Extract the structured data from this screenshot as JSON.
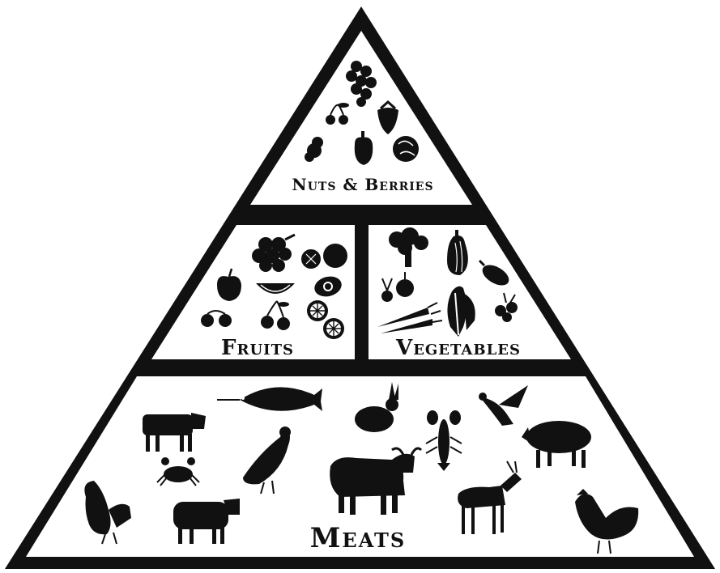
{
  "diagram": {
    "type": "food-pyramid",
    "tiers": [
      {
        "id": "nuts-berries",
        "label": "Nuts & Berries",
        "items": [
          "grapes",
          "cherries",
          "strawberry",
          "blackberries",
          "bell-pepper",
          "cabbage"
        ]
      },
      {
        "id": "fruits",
        "label": "Fruits",
        "items": [
          "grapes",
          "orange",
          "apple",
          "watermelon-slice",
          "avocado",
          "cherries",
          "blackberries",
          "citrus-slice"
        ]
      },
      {
        "id": "vegetables",
        "label": "Vegetables",
        "items": [
          "broccoli",
          "squash",
          "onion",
          "carrots",
          "chard",
          "eggplant",
          "radish"
        ]
      },
      {
        "id": "meats",
        "label": "Meats",
        "items": [
          "fish",
          "rabbit",
          "cow",
          "lobster",
          "duck",
          "pig",
          "crab",
          "partridge",
          "buffalo",
          "turkey",
          "sheep",
          "antelope",
          "rooster"
        ]
      }
    ]
  },
  "colors": {
    "ink": "#111111",
    "background": "#ffffff"
  }
}
